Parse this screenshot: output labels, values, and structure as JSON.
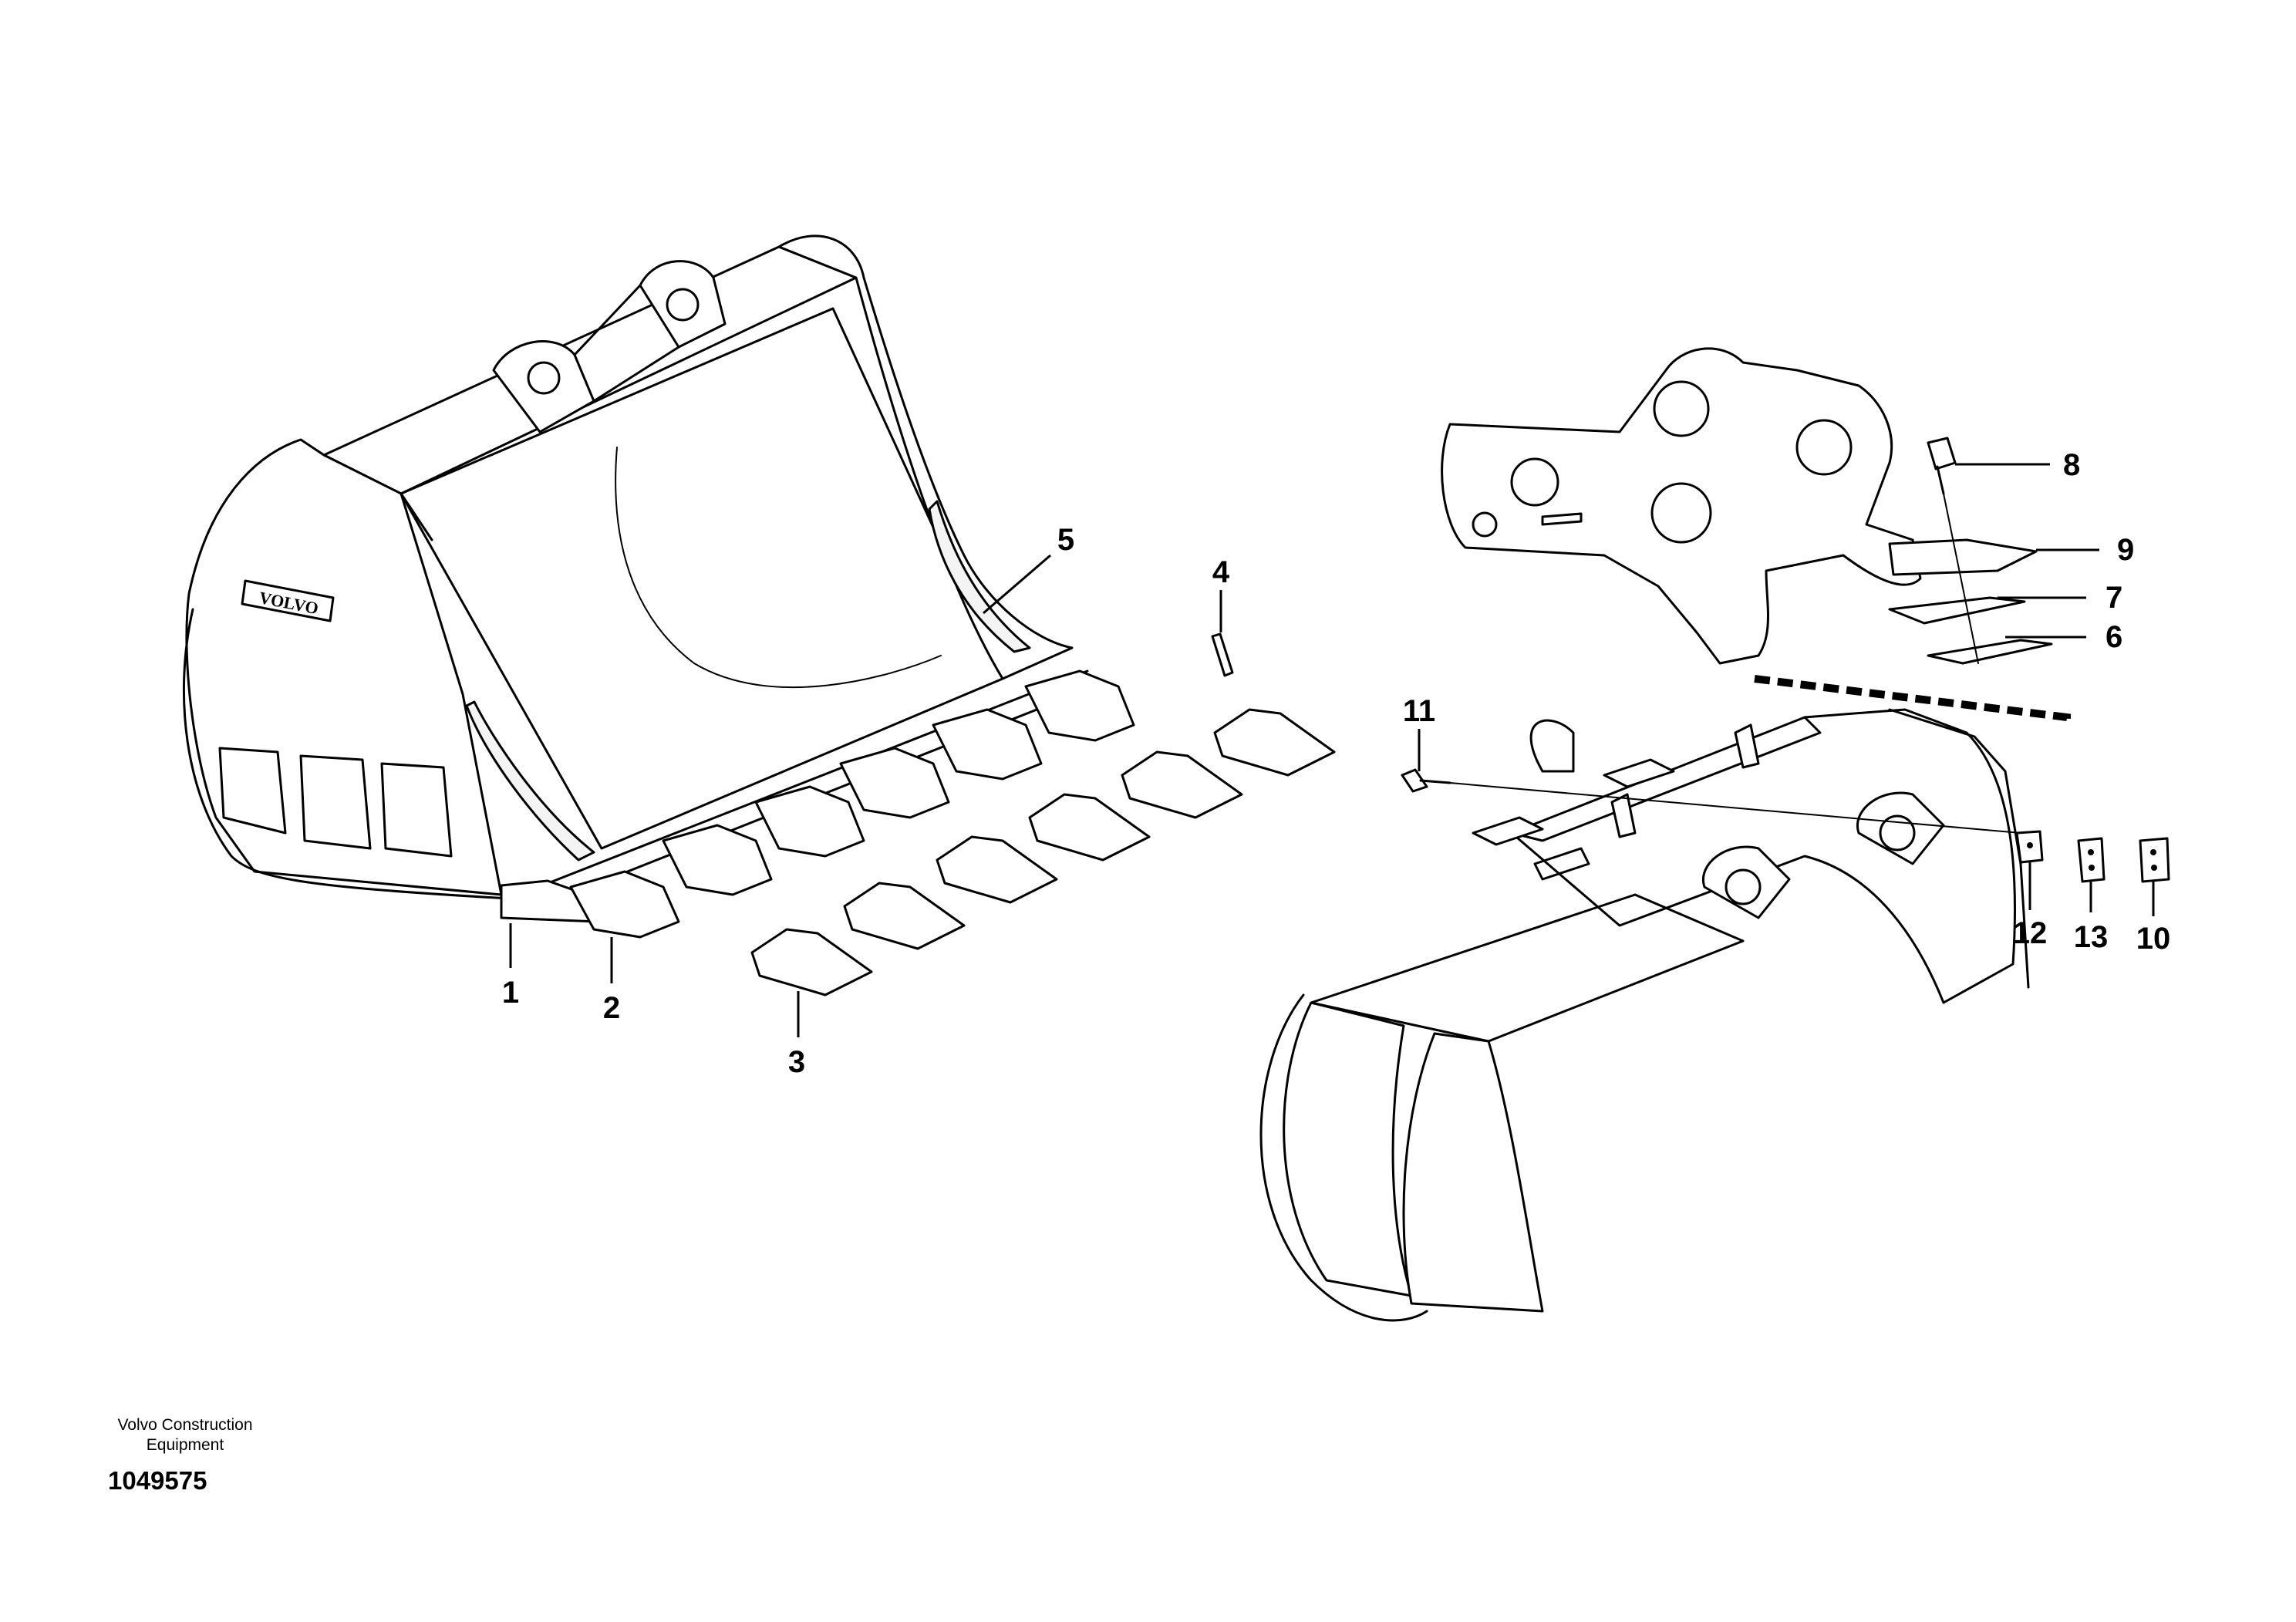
{
  "callouts": [
    {
      "label": "1"
    },
    {
      "label": "2"
    },
    {
      "label": "3"
    },
    {
      "label": "4"
    },
    {
      "label": "5"
    },
    {
      "label": "6"
    },
    {
      "label": "7"
    },
    {
      "label": "8"
    },
    {
      "label": "9"
    },
    {
      "label": "10"
    },
    {
      "label": "11"
    },
    {
      "label": "12"
    },
    {
      "label": "13"
    }
  ],
  "brand_mark": "VOLVO",
  "footer": {
    "brand_line1": "Volvo Construction",
    "brand_line2": "Equipment",
    "drawing_number": "1049575"
  }
}
